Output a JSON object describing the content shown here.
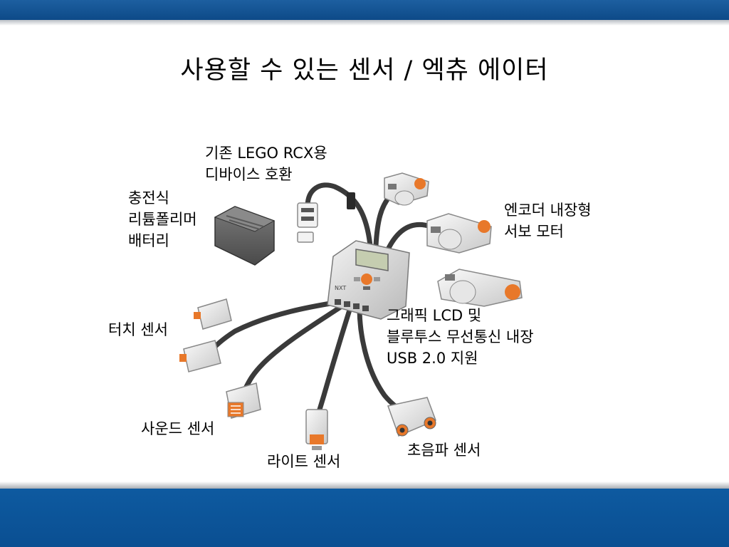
{
  "title": "사용할 수 있는 센서 / 엑츄 에이터",
  "labels": {
    "rcx": [
      "기존 LEGO RCX용",
      "디바이스 호환"
    ],
    "battery": [
      "충전식",
      "리튬폴리머",
      "배터리"
    ],
    "motor": [
      "엔코더 내장형",
      "서보 모터"
    ],
    "brick": [
      "그래픽 LCD 및",
      "블루투스 무선통신 내장",
      "USB 2.0 지원"
    ],
    "touch": [
      "터치 센서"
    ],
    "sound": [
      "사운드 센서"
    ],
    "light": [
      "라이트 센서"
    ],
    "ultrasonic": [
      "초음파 센서"
    ]
  },
  "brick_text": "NXT",
  "colors": {
    "header_blue": "#0d4a88",
    "footer_blue": "#0a4f92",
    "accent_orange": "#e8782a",
    "cable": "#3a3a3a"
  }
}
